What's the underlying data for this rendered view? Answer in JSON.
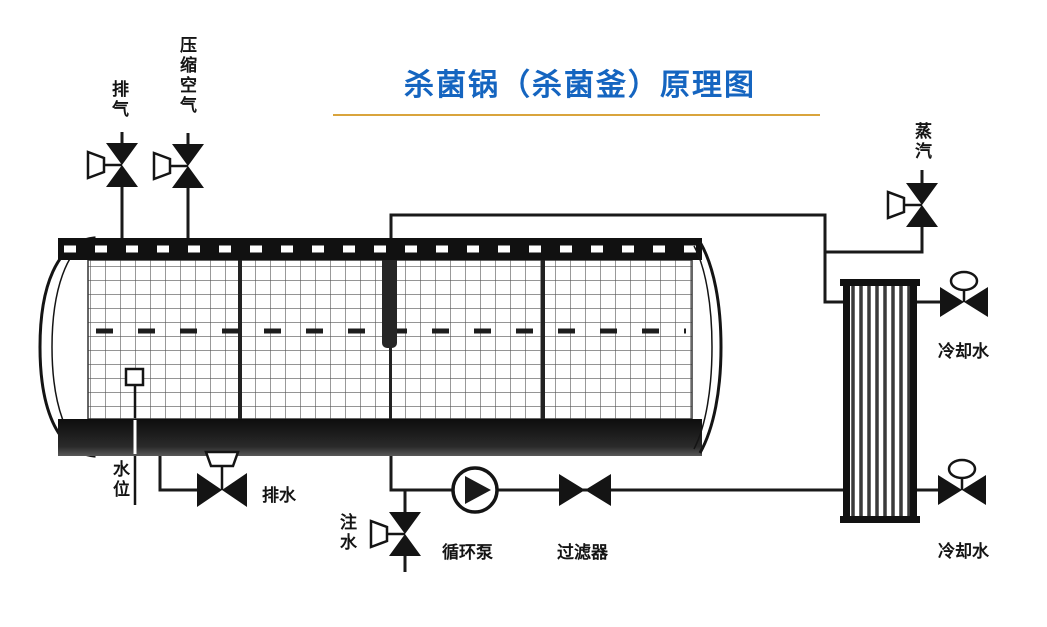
{
  "title": {
    "text": "杀菌锅（杀菌釜）原理图",
    "color": "#1565c0",
    "underline_color": "#d9a43c"
  },
  "labels": {
    "exhaust": "排气",
    "compressed_air": "压缩空气",
    "steam": "蒸汽",
    "cooling_water_top": "冷却水",
    "cooling_water_bottom": "冷却水",
    "water_level": "水位",
    "drain": "排水",
    "water_inlet": "注水",
    "circulation_pump": "循环泵",
    "filter": "过滤器"
  }
}
